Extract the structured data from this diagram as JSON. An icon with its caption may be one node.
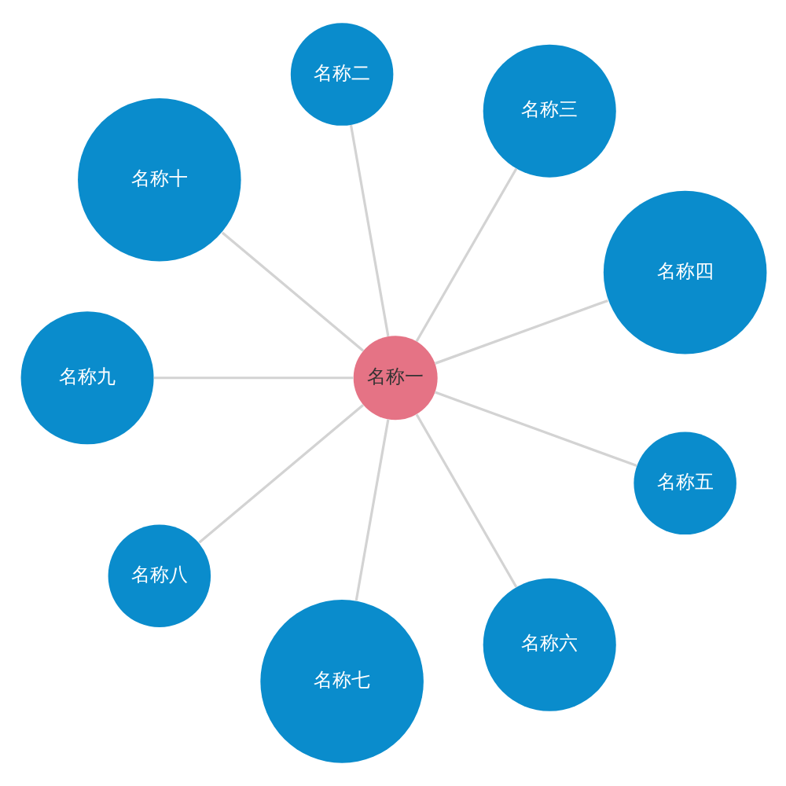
{
  "diagram": {
    "nodes": [
      {
        "text": [
          "名称一"
        ]
      },
      {
        "text": [
          "名称二"
        ]
      },
      {
        "text": [
          "名称三"
        ]
      },
      {
        "text": [
          "名称四"
        ]
      },
      {
        "text": [
          "名称五"
        ]
      },
      {
        "text": [
          "名称六"
        ]
      },
      {
        "text": [
          "名称七"
        ]
      },
      {
        "text": [
          "名称八"
        ]
      },
      {
        "text": [
          "名称九"
        ]
      },
      {
        "text": [
          "名称十"
        ]
      }
    ],
    "edges": [
      {
        "from": 0,
        "to": 1,
        "arrow": "none"
      },
      {
        "from": 0,
        "to": 2,
        "arrow": "none"
      },
      {
        "from": 0,
        "to": 3,
        "arrow": "none"
      },
      {
        "from": 0,
        "to": 4,
        "arrow": "none"
      },
      {
        "from": 0,
        "to": 5,
        "arrow": "none"
      },
      {
        "from": 0,
        "to": 6,
        "arrow": "none"
      },
      {
        "from": 0,
        "to": 7,
        "arrow": "none"
      },
      {
        "from": 0,
        "to": 8,
        "arrow": "none"
      },
      {
        "from": 0,
        "to": 9,
        "arrow": "none"
      }
    ]
  }
}
